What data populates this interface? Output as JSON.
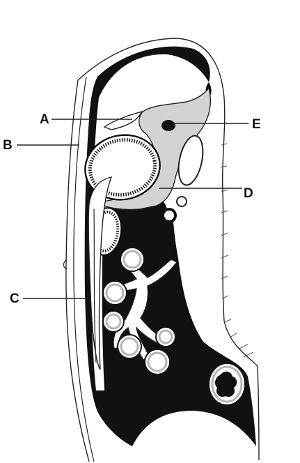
{
  "diagram": {
    "labels": [
      {
        "key": "a",
        "text": "A"
      },
      {
        "key": "b",
        "text": "B"
      },
      {
        "key": "c",
        "text": "C"
      },
      {
        "key": "d",
        "text": "D"
      },
      {
        "key": "e",
        "text": "E"
      }
    ]
  },
  "colors": {
    "ink": "#111111",
    "cavity_fill": "#d3d3d3",
    "paper": "#ffffff"
  }
}
